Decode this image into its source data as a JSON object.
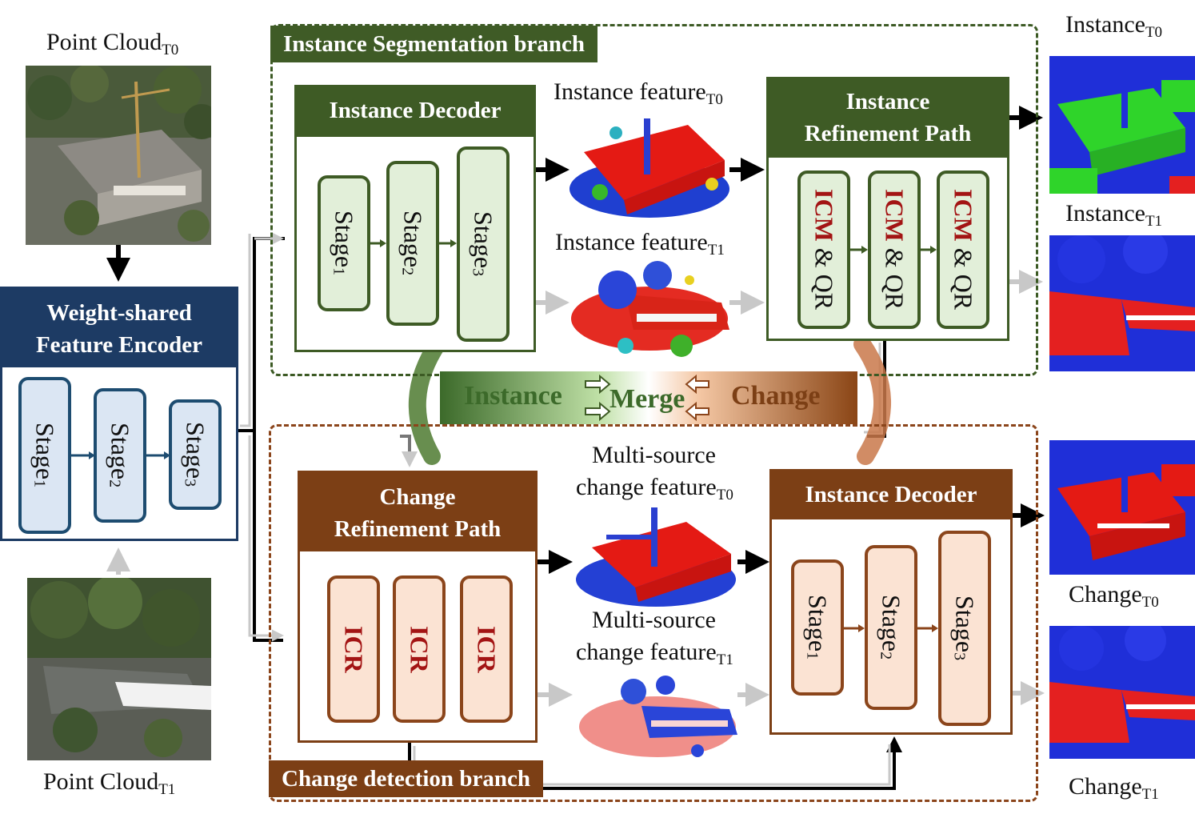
{
  "inputs": {
    "pc_t0": {
      "base": "Point Cloud",
      "sub": "T0"
    },
    "pc_t1": {
      "base": "Point Cloud",
      "sub": "T1"
    }
  },
  "encoder": {
    "title_line1": "Weight-shared",
    "title_line2": "Feature Encoder",
    "stages": [
      {
        "base": "Stage",
        "sub": "1"
      },
      {
        "base": "Stage",
        "sub": "2"
      },
      {
        "base": "Stage",
        "sub": "3"
      }
    ]
  },
  "instance_branch": {
    "title": "Instance Segmentation branch",
    "decoder": {
      "title": "Instance Decoder",
      "stages": [
        {
          "base": "Stage",
          "sub": "1"
        },
        {
          "base": "Stage",
          "sub": "2"
        },
        {
          "base": "Stage",
          "sub": "3"
        }
      ]
    },
    "feature_t0": {
      "base": "Instance feature",
      "sub": "T0"
    },
    "feature_t1": {
      "base": "Instance feature",
      "sub": "T1"
    },
    "refinement": {
      "title_line1": "Instance",
      "title_line2": "Refinement Path",
      "modules": [
        {
          "main": "ICM",
          "rest": " & QR"
        },
        {
          "main": "ICM",
          "rest": " & QR"
        },
        {
          "main": "ICM",
          "rest": " & QR"
        }
      ]
    }
  },
  "merge": {
    "left": "Instance",
    "center": "Merge",
    "right": "Change"
  },
  "change_branch": {
    "title": "Change detection branch",
    "refinement": {
      "title_line1": "Change",
      "title_line2": "Refinement Path",
      "modules": [
        "ICR",
        "ICR",
        "ICR"
      ]
    },
    "feature_t0": {
      "line1": "Multi-source",
      "line2": "change feature",
      "sub": "T0"
    },
    "feature_t1": {
      "line1": "Multi-source",
      "line2": "change feature",
      "sub": "T1"
    },
    "decoder": {
      "title": "Instance Decoder",
      "stages": [
        {
          "base": "Stage",
          "sub": "1"
        },
        {
          "base": "Stage",
          "sub": "2"
        },
        {
          "base": "Stage",
          "sub": "3"
        }
      ]
    }
  },
  "outputs": {
    "instance_t0": {
      "base": "Instance",
      "sub": "T0"
    },
    "instance_t1": {
      "base": "Instance",
      "sub": "T1"
    },
    "change_t0": {
      "base": "Change",
      "sub": "T0"
    },
    "change_t1": {
      "base": "Change",
      "sub": "T1"
    }
  },
  "colors": {
    "green_dark": "#3e5b25",
    "brown_dark": "#7c3f15",
    "navy": "#1d3b64",
    "arrow_black": "#000000",
    "arrow_gray": "#c8c8c8",
    "label_red": "#a31414"
  }
}
